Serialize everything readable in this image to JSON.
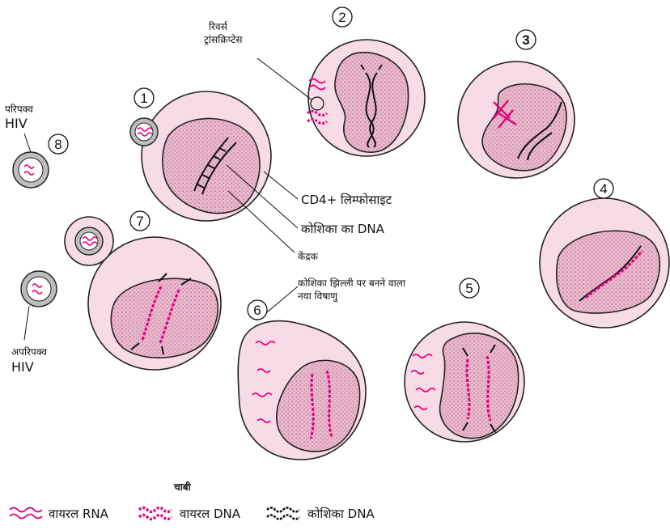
{
  "labels": {
    "rt_1": "रिवर्स",
    "rt_2": "ट्रांसक्रिप्टेस",
    "mature_1": "परिपक्व",
    "mature_2": "HIV",
    "immature_1": "अपरिपक्व",
    "immature_2": "HIV",
    "cd4": "CD4+ लिम्फोसाइट",
    "cell_dna": "कोशिका का DNA",
    "nucleus": "केंद्रक",
    "new_virus_1": "कोशिका झिल्ली पर बनने वाला",
    "new_virus_2": "नया विषाणु"
  },
  "steps": [
    "1",
    "2",
    "3",
    "4",
    "5",
    "6",
    "7",
    "8"
  ],
  "key": {
    "title": "चाबी",
    "viral_rna": "वायरल RNA",
    "viral_dna": "वायरल DNA",
    "cell_dna": "कोशिका DNA"
  },
  "colors": {
    "cell_fill": "#f7dbe6",
    "nucleus_fill": "#eab8cc",
    "viral": "#e6007e",
    "outline": "#222222"
  }
}
